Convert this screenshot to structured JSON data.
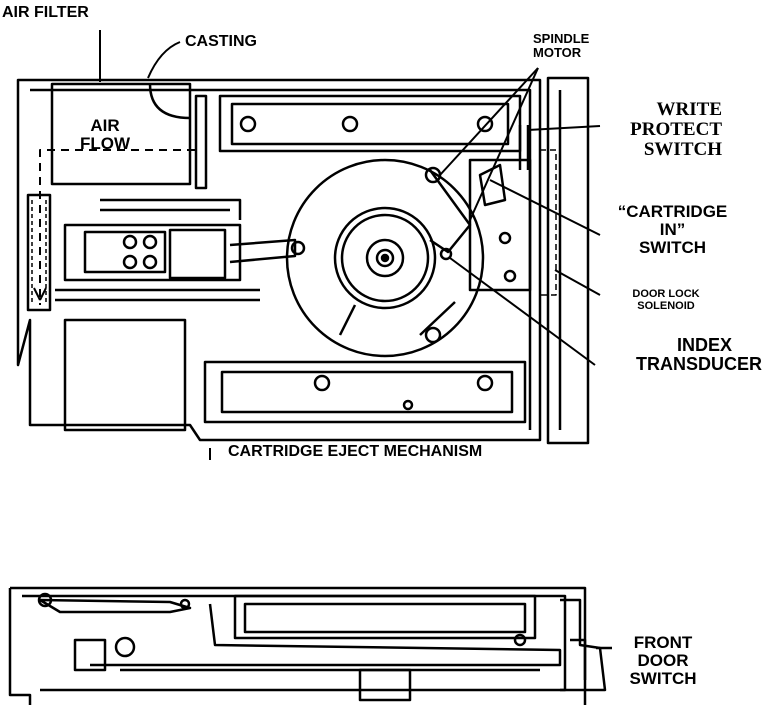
{
  "labels": {
    "air_filter": "AIR FILTER",
    "casting": "CASTING",
    "air_flow_line1": "AIR",
    "air_flow_line2": "FLOW",
    "spindle_motor_line1": "SPINDLE",
    "spindle_motor_line2": "MOTOR",
    "write_protect_line1": "WRITE",
    "write_protect_line2": "PROTECT",
    "write_protect_line3": "SWITCH",
    "cartridge_in_line1": "“CARTRIDGE",
    "cartridge_in_line2": "IN”",
    "cartridge_in_line3": "SWITCH",
    "door_lock_line1": "DOOR LOCK",
    "door_lock_line2": "SOLENOID",
    "index_line1": "INDEX",
    "index_line2": "TRANSDUCER",
    "eject": "CARTRIDGE EJECT MECHANISM",
    "front_door_line1": "FRONT",
    "front_door_line2": "DOOR",
    "front_door_line3": "SWITCH"
  }
}
